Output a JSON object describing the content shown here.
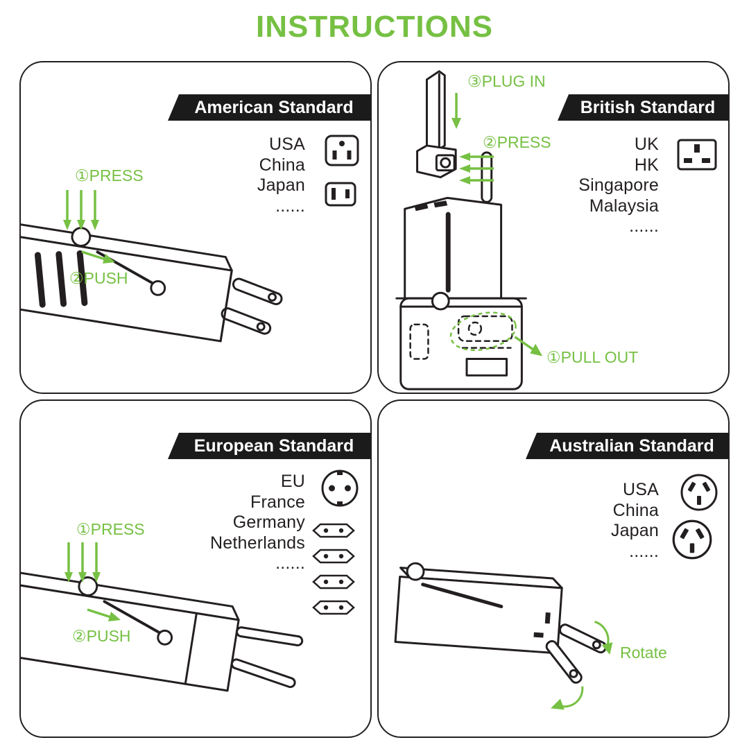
{
  "title": "INSTRUCTIONS",
  "colors": {
    "accent_green": "#76c043",
    "ink": "#231f20",
    "banner_black": "#1b1b1b"
  },
  "panels": {
    "american": {
      "header": "American Standard",
      "countries": [
        "USA",
        "China",
        "Japan",
        "......"
      ],
      "icons": [
        "us-outlet-3pin-icon",
        "us-outlet-2pin-icon"
      ],
      "annotations": {
        "press": "①PRESS",
        "push": "②PUSH"
      }
    },
    "british": {
      "header": "British Standard",
      "countries": [
        "UK",
        "HK",
        "Singapore",
        "Malaysia",
        "......"
      ],
      "icons": [
        "uk-socket-icon"
      ],
      "annotations": {
        "plug_in": "③PLUG IN",
        "press": "②PRESS",
        "pull_out": "①PULL OUT"
      }
    },
    "european": {
      "header": "European Standard",
      "countries": [
        "EU",
        "France",
        "Germany",
        "Netherlands",
        "......"
      ],
      "icons": [
        "eu-round-socket-icon",
        "europlug-icon",
        "europlug-icon",
        "europlug-icon",
        "europlug-icon"
      ],
      "annotations": {
        "press": "①PRESS",
        "push": "②PUSH"
      }
    },
    "australian": {
      "header": "Australian Standard",
      "countries": [
        "USA",
        "China",
        "Japan",
        "......"
      ],
      "icons": [
        "au-socket-icon",
        "au-socket-icon"
      ],
      "annotations": {
        "rotate": "Rotate"
      }
    }
  }
}
